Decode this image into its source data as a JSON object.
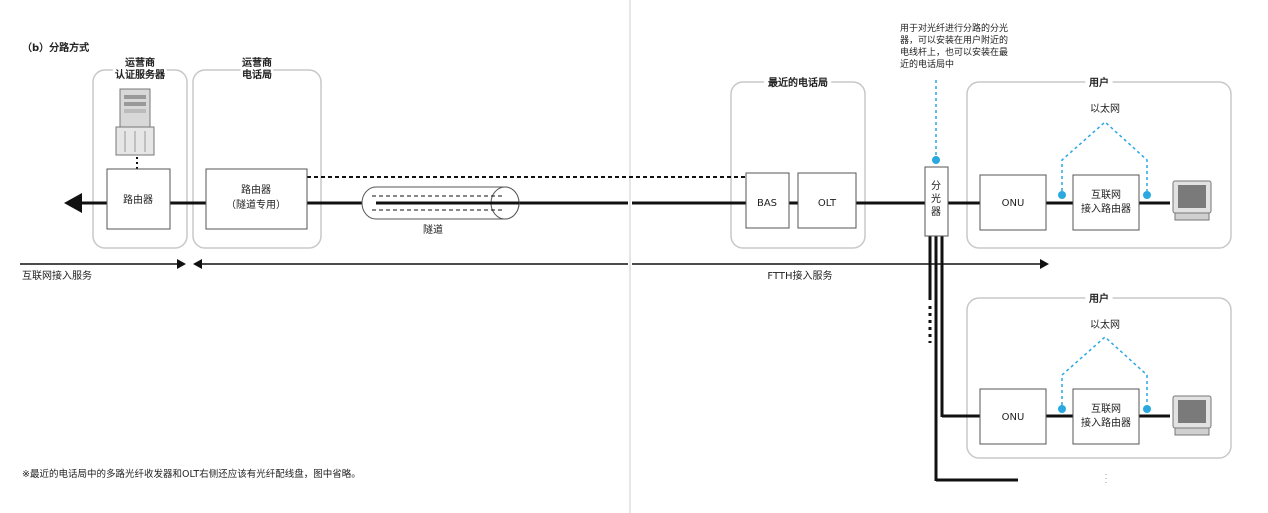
{
  "section_title": "（b）分路方式",
  "groups": {
    "auth": [
      "运营商",
      "认证服务器"
    ],
    "carrier": [
      "运营商",
      "电话局"
    ],
    "nearest": "最近的电话局",
    "user1": "用户",
    "user2": "用户"
  },
  "devices": {
    "router1": "路由器",
    "router2": [
      "路由器",
      "（隧道专用）"
    ],
    "bas": "BAS",
    "olt": "OLT",
    "splitter": [
      "分",
      "光",
      "器"
    ],
    "onu": "ONU",
    "home_router": [
      "互联网",
      "接入路由器"
    ]
  },
  "labels": {
    "tunnel": "隧道",
    "ethernet": "以太网",
    "internet_service": "互联网接入服务",
    "ftth_service": "FTTH接入服务"
  },
  "splitter_callout": [
    "用于对光纤进行分路的分光",
    "器，可以安装在用户附近的",
    "电线杆上，也可以安装在最",
    "近的电话局中"
  ],
  "footnote": "※最近的电话局中的多路光纤收发器和OLT右侧还应该有光纤配线盘，图中省略。",
  "colors": {
    "line": "#111111",
    "box_border": "#555555",
    "group_border": "#c8c8c8",
    "accent": "#29a9e0",
    "arrow": "#111111"
  },
  "icons": [
    "server-icon",
    "monitor-icon",
    "monitor-icon"
  ]
}
